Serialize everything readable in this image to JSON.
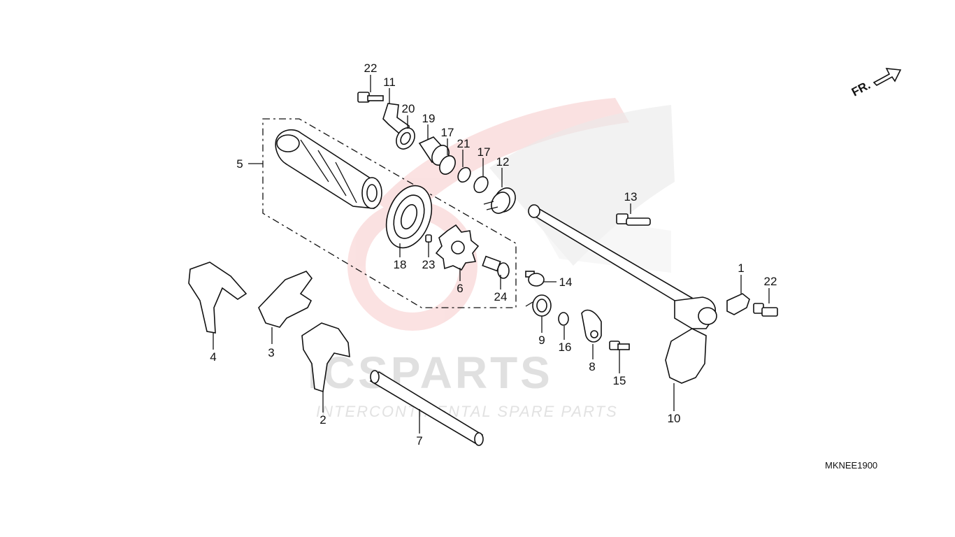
{
  "diagram": {
    "code": "MKNEE1900",
    "direction_label": "FR.",
    "watermark": {
      "brand": "ICSPARTS",
      "tagline": "INTERCONTINENTAL SPARE PARTS"
    },
    "callouts": [
      "22",
      "11",
      "20",
      "19",
      "17",
      "21",
      "17",
      "12",
      "5",
      "13",
      "18",
      "23",
      "6",
      "24",
      "14",
      "1",
      "22",
      "9",
      "16",
      "8",
      "15",
      "10",
      "4",
      "3",
      "2",
      "7"
    ]
  }
}
